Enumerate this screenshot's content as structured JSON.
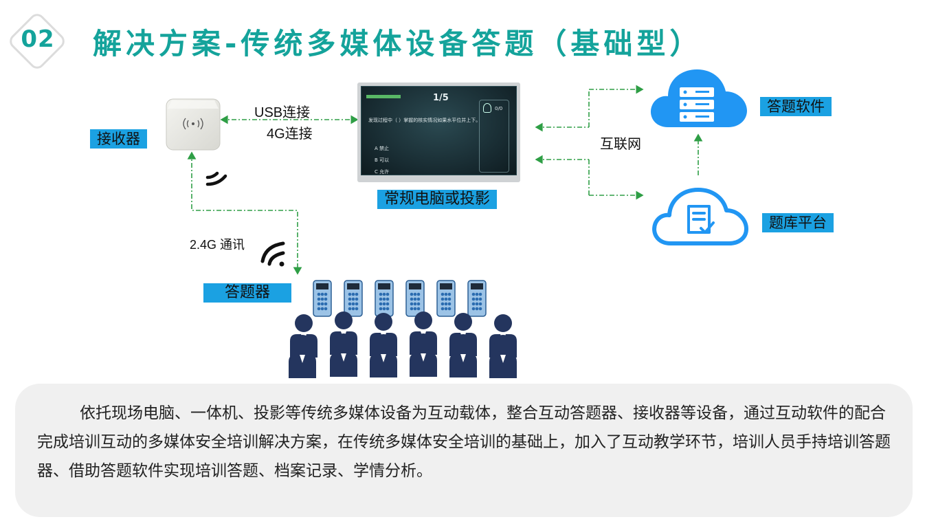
{
  "header": {
    "number": "02",
    "title": "解决方案-传统多媒体设备答题（基础型）"
  },
  "diagram": {
    "receiver_label": "接收器",
    "usb_label": "USB连接",
    "fourg_label": "4G连接",
    "screen_label": "常规电脑或投影",
    "screen": {
      "page": "1/5",
      "question": "发现过程中（ ）掌握的核实情况如果水平位并上下。",
      "option_a": "A 禁止",
      "option_b": "B 可以",
      "option_c": "C 允许",
      "counter": "0/0"
    },
    "internet_label": "互联网",
    "software_label": "答题软件",
    "platform_label": "题库平台",
    "comm_label": "2.4G 通讯",
    "clicker_label": "答题器"
  },
  "description": "依托现场电脑、一体机、投影等传统多媒体设备为互动载体，整合互动答题器、接收器等设备，通过互动软件的配合完成培训互动的多媒体安全培训解决方案，在传统多媒体安全培训的基础上，加入了互动教学环节，培训人员手持培训答题器、借助答题软件实现培训答题、档案记录、学情分析。",
  "colors": {
    "accent": "#14a39b",
    "label_bg": "#1ba1e2",
    "cloud": "#2196f3",
    "people": "#24355e",
    "arrow": "#2e9e45"
  }
}
